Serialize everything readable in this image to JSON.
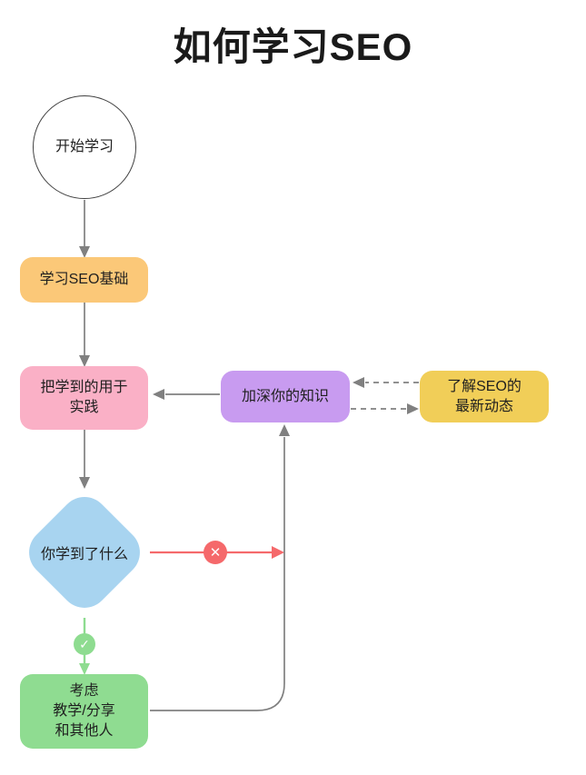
{
  "title": "如何学习SEO",
  "nodes": {
    "start": {
      "label": "开始学习",
      "shape": "circle"
    },
    "basics": {
      "label": "学习SEO基础",
      "shape": "rounded-rect"
    },
    "practice": {
      "line1": "把学到的用于",
      "line2": "实践",
      "shape": "rounded-rect"
    },
    "decision": {
      "label": "你学到了什么",
      "shape": "diamond"
    },
    "deepen": {
      "label": "加深你的知识",
      "shape": "rounded-rect"
    },
    "trends": {
      "line1": "了解SEO的",
      "line2": "最新动态",
      "shape": "rounded-rect"
    },
    "teach": {
      "line1": "考虑",
      "line2": "教学/分享",
      "line3": "和其他人",
      "shape": "rounded-rect"
    }
  },
  "badges": {
    "no_glyph": "✕",
    "yes_glyph": "✓"
  },
  "colors": {
    "node_orange": "#fbc878",
    "node_pink": "#fab0c6",
    "node_purple": "#c89bf0",
    "node_yellow": "#f1ce58",
    "node_blue": "#a8d4f0",
    "node_green": "#8fdc91",
    "edge_gray": "#808080",
    "edge_red": "#f5696b",
    "edge_green": "#8edc90",
    "text": "#1f1f1f"
  }
}
